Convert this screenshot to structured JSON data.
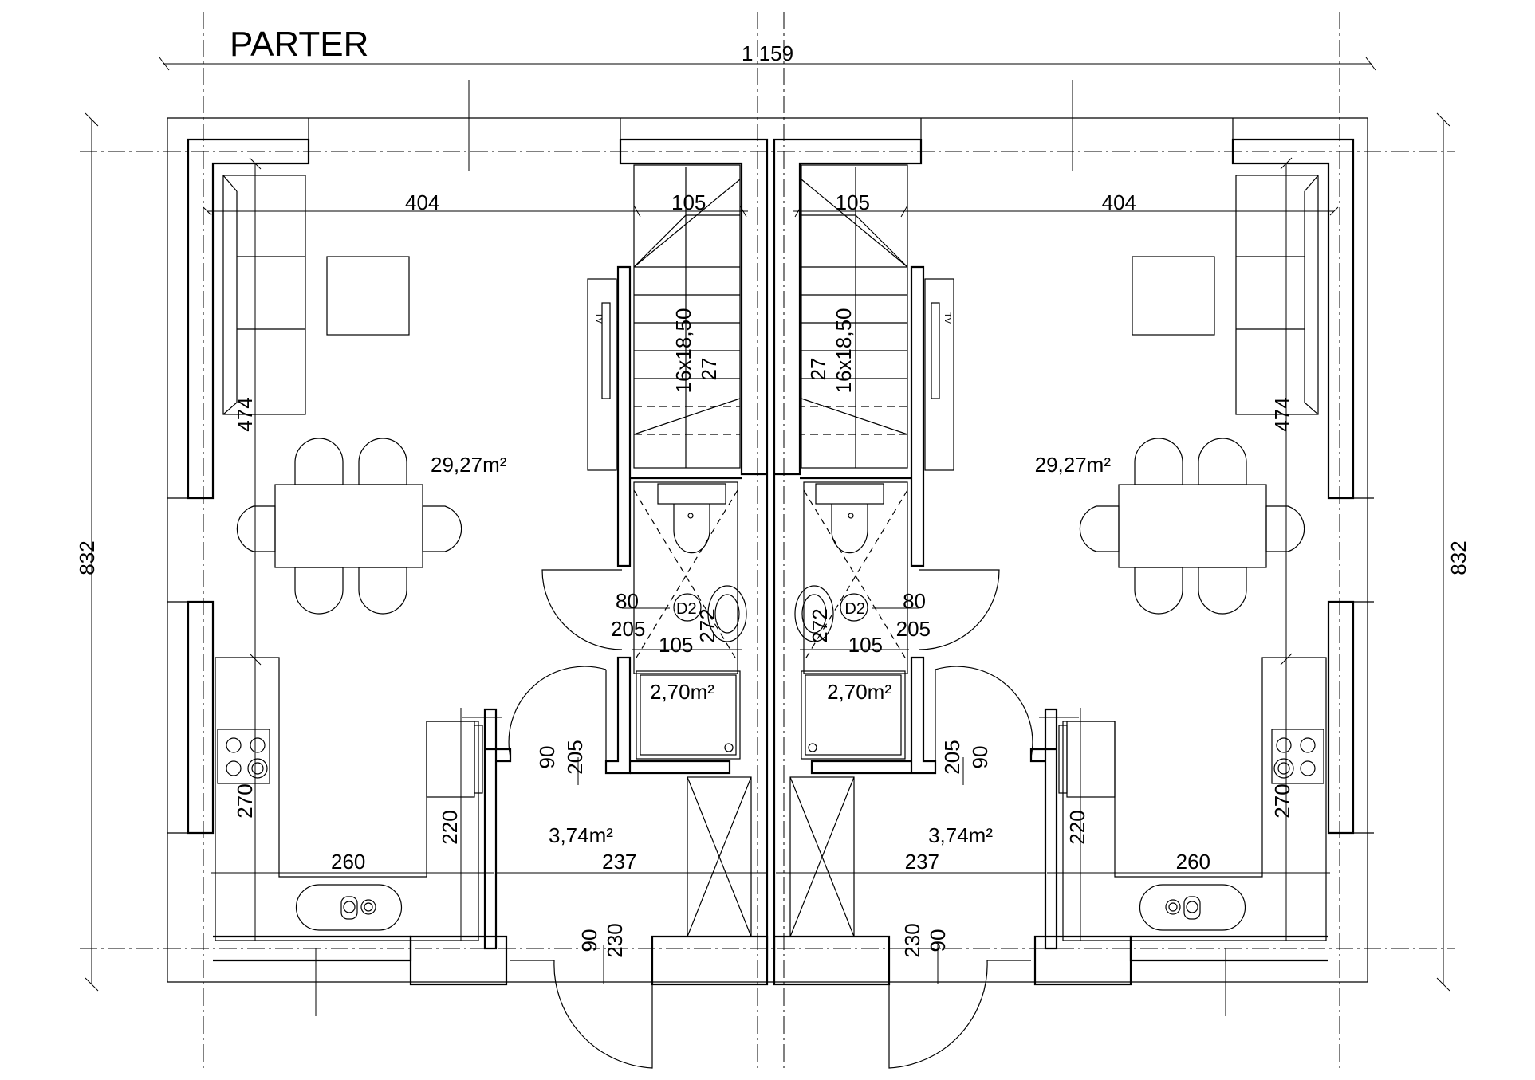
{
  "title": "PARTER",
  "overall_width": "1 159",
  "overall_depth": "832",
  "units": [
    {
      "side": "left",
      "living_area": "29,27m²",
      "bath_area": "2,70m²",
      "hall_area": "3,74m²",
      "dim_living_width": "404",
      "dim_stair_width": "105",
      "dim_living_depth": "474",
      "dim_stair": "16x18,50",
      "dim_tread": "27",
      "door_d2_w": "80",
      "door_d2_h": "205",
      "door_d2_tag": "D2",
      "dim_bath_height": "272",
      "dim_bath_width": "105",
      "door_bath_w": "90",
      "door_bath_h": "205",
      "dim_kitchen_depth": "270",
      "dim_kitchen_width": "260",
      "dim_counter": "220",
      "dim_hall_width": "237",
      "door_entry_w": "90",
      "door_entry_h": "230",
      "tv_label": "TV"
    },
    {
      "side": "right",
      "living_area": "29,27m²",
      "bath_area": "2,70m²",
      "hall_area": "3,74m²",
      "dim_living_width": "404",
      "dim_stair_width": "105",
      "dim_living_depth": "474",
      "dim_stair": "16x18,50",
      "dim_tread": "27",
      "door_d2_w": "80",
      "door_d2_h": "205",
      "door_d2_tag": "D2",
      "dim_bath_height": "272",
      "dim_bath_width": "105",
      "door_bath_w": "90",
      "door_bath_h": "205",
      "dim_kitchen_depth": "270",
      "dim_kitchen_width": "260",
      "dim_counter": "220",
      "dim_hall_width": "237",
      "door_entry_w": "90",
      "door_entry_h": "230",
      "tv_label": "TV"
    }
  ]
}
